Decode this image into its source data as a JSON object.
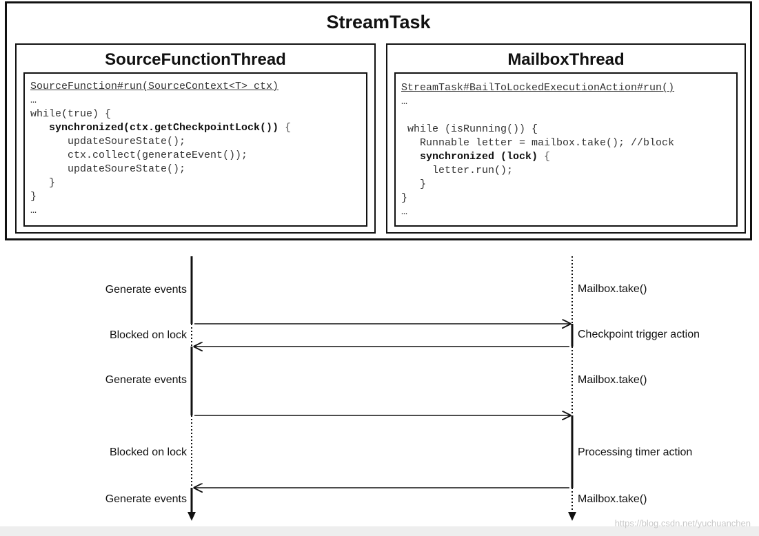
{
  "stream_task": {
    "title": "StreamTask",
    "left_panel": {
      "title": "SourceFunctionThread",
      "code": [
        {
          "text": "SourceFunction#run(SourceContext<T> ctx)",
          "style": "head"
        },
        {
          "text": "…",
          "style": "plain"
        },
        {
          "text": "while(true) {",
          "style": "plain"
        },
        {
          "text": "   synchronized(ctx.getCheckpointLock())",
          "suffix": " {",
          "style": "bold"
        },
        {
          "text": "      updateSoureState();",
          "style": "plain"
        },
        {
          "text": "      ctx.collect(generateEvent());",
          "style": "plain"
        },
        {
          "text": "      updateSoureState();",
          "style": "plain"
        },
        {
          "text": "   }",
          "style": "plain"
        },
        {
          "text": "}",
          "style": "plain"
        },
        {
          "text": "…",
          "style": "plain"
        }
      ]
    },
    "right_panel": {
      "title": "MailboxThread",
      "code": [
        {
          "text": "StreamTask#BailToLockedExecutionAction#run()",
          "style": "head"
        },
        {
          "text": "…",
          "style": "plain"
        },
        {
          "text": "",
          "style": "plain"
        },
        {
          "text": " while (isRunning()) {",
          "style": "plain"
        },
        {
          "text": "   Runnable letter = mailbox.take(); //block",
          "style": "plain"
        },
        {
          "text": "   synchronized (lock)",
          "suffix": " {",
          "style": "bold"
        },
        {
          "text": "     letter.run();",
          "style": "plain"
        },
        {
          "text": "   }",
          "style": "plain"
        },
        {
          "text": "}",
          "style": "plain"
        },
        {
          "text": "…",
          "style": "plain"
        }
      ]
    }
  },
  "timeline": {
    "left_labels": [
      "Generate events",
      "Blocked on lock",
      "Generate events",
      "Blocked on lock",
      "Generate events"
    ],
    "right_labels": [
      "Mailbox.take()",
      "Checkpoint trigger action",
      "Mailbox.take()",
      "Processing timer action",
      "Mailbox.take()"
    ]
  },
  "watermark": "https://blog.csdn.net/yuchuanchen"
}
